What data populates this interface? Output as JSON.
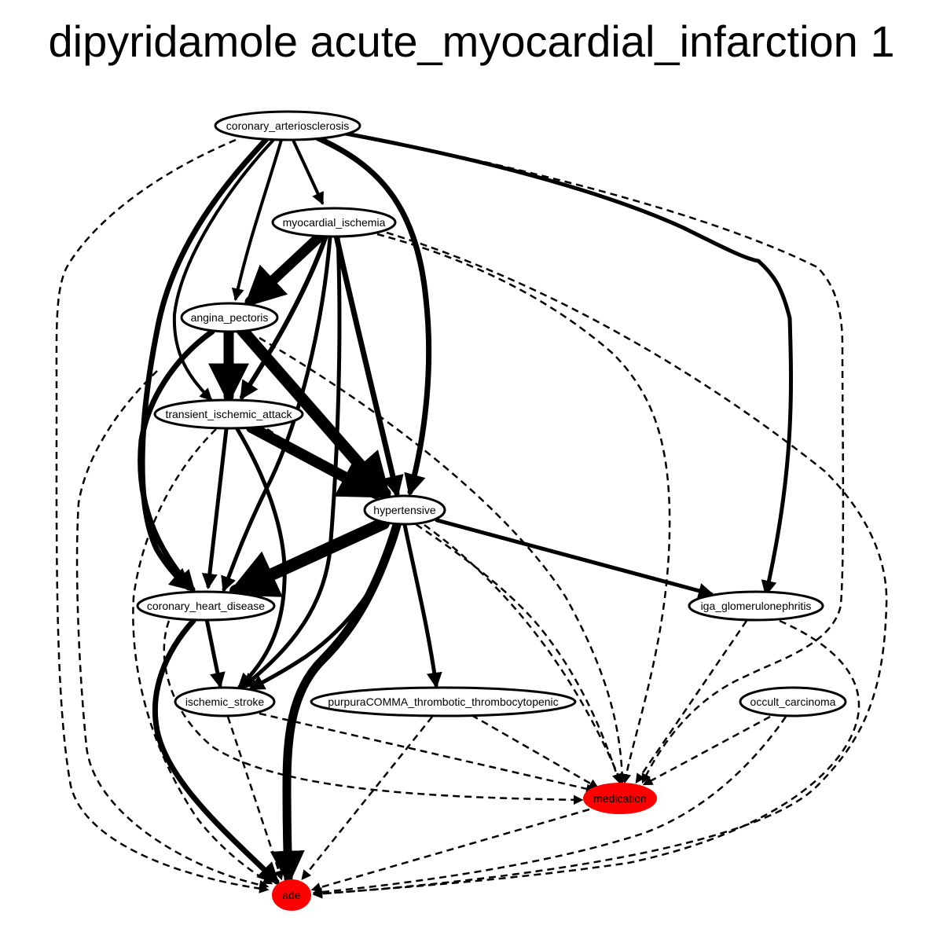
{
  "title": "dipyridamole acute_myocardial_infarction 1",
  "colors": {
    "highlight": "#ff0000",
    "node_fill": "#ffffff",
    "stroke": "#000000"
  },
  "nodes": [
    {
      "id": "coronary_arteriosclerosis",
      "label": "coronary_arteriosclerosis",
      "highlight": false
    },
    {
      "id": "myocardial_ischemia",
      "label": "myocardial_ischemia",
      "highlight": false
    },
    {
      "id": "angina_pectoris",
      "label": "angina_pectoris",
      "highlight": false
    },
    {
      "id": "transient_ischemic_attack",
      "label": "transient_ischemic_attack",
      "highlight": false
    },
    {
      "id": "hypertensive",
      "label": "hypertensive",
      "highlight": false
    },
    {
      "id": "coronary_heart_disease",
      "label": "coronary_heart_disease",
      "highlight": false
    },
    {
      "id": "iga_glomerulonephritis",
      "label": "iga_glomerulonephritis",
      "highlight": false
    },
    {
      "id": "ischemic_stroke",
      "label": "ischemic_stroke",
      "highlight": false
    },
    {
      "id": "purpura",
      "label": "purpuraCOMMA_thrombotic_thrombocytopenic",
      "highlight": false
    },
    {
      "id": "occult_carcinoma",
      "label": "occult_carcinoma",
      "highlight": false
    },
    {
      "id": "medication",
      "label": "medication",
      "highlight": true
    },
    {
      "id": "ade",
      "label": "ade",
      "highlight": true
    }
  ]
}
